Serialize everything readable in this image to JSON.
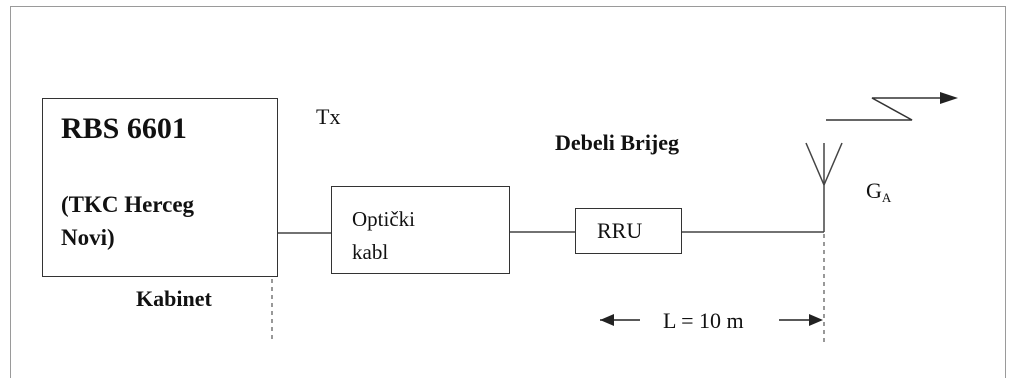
{
  "rbs": {
    "title": "RBS 6601",
    "subtitle": "(TKC Herceg\nNovi)"
  },
  "cabinet_label": "Kabinet",
  "tx_label": "Tx",
  "site_name": "Debeli Brijeg",
  "optical_cable_label": "Optički\nkabl",
  "rru_label": "RRU",
  "antenna_gain": {
    "symbol": "G",
    "subscript": "A"
  },
  "length_label": "L = 10 m"
}
